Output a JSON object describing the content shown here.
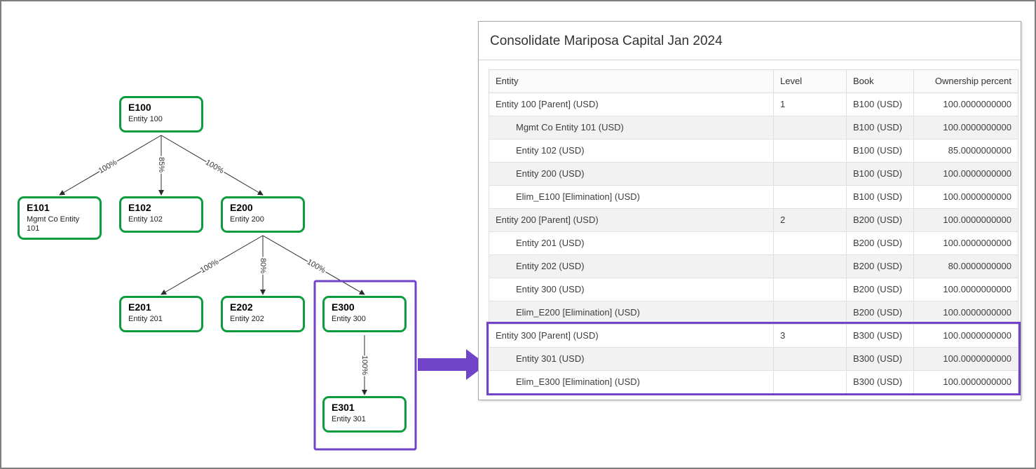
{
  "panel": {
    "title": "Consolidate Mariposa Capital Jan 2024"
  },
  "table": {
    "columns": [
      "Entity",
      "Level",
      "Book",
      "Ownership percent"
    ],
    "rows": [
      {
        "entity": "Entity 100 [Parent] (USD)",
        "level": "1",
        "book": "B100 (USD)",
        "ownership": "100.0000000000",
        "child": false
      },
      {
        "entity": "Mgmt Co Entity 101 (USD)",
        "level": "",
        "book": "B100 (USD)",
        "ownership": "100.0000000000",
        "child": true
      },
      {
        "entity": "Entity 102 (USD)",
        "level": "",
        "book": "B100 (USD)",
        "ownership": "85.0000000000",
        "child": true
      },
      {
        "entity": "Entity 200 (USD)",
        "level": "",
        "book": "B100 (USD)",
        "ownership": "100.0000000000",
        "child": true
      },
      {
        "entity": "Elim_E100 [Elimination] (USD)",
        "level": "",
        "book": "B100 (USD)",
        "ownership": "100.0000000000",
        "child": true
      },
      {
        "entity": "Entity 200 [Parent] (USD)",
        "level": "2",
        "book": "B200 (USD)",
        "ownership": "100.0000000000",
        "child": false
      },
      {
        "entity": "Entity 201 (USD)",
        "level": "",
        "book": "B200 (USD)",
        "ownership": "100.0000000000",
        "child": true
      },
      {
        "entity": "Entity 202 (USD)",
        "level": "",
        "book": "B200 (USD)",
        "ownership": "80.0000000000",
        "child": true
      },
      {
        "entity": "Entity 300 (USD)",
        "level": "",
        "book": "B200 (USD)",
        "ownership": "100.0000000000",
        "child": true
      },
      {
        "entity": "Elim_E200 [Elimination] (USD)",
        "level": "",
        "book": "B200 (USD)",
        "ownership": "100.0000000000",
        "child": true
      },
      {
        "entity": "Entity 300 [Parent] (USD)",
        "level": "3",
        "book": "B300 (USD)",
        "ownership": "100.0000000000",
        "child": false
      },
      {
        "entity": "Entity 301 (USD)",
        "level": "",
        "book": "B300 (USD)",
        "ownership": "100.0000000000",
        "child": true
      },
      {
        "entity": "Elim_E300 [Elimination] (USD)",
        "level": "",
        "book": "B300 (USD)",
        "ownership": "100.0000000000",
        "child": true
      }
    ]
  },
  "diagram": {
    "nodes": [
      {
        "id": "E100",
        "label": "Entity 100"
      },
      {
        "id": "E101",
        "label": "Mgmt Co Entity 101"
      },
      {
        "id": "E102",
        "label": "Entity 102"
      },
      {
        "id": "E200",
        "label": "Entity 200"
      },
      {
        "id": "E201",
        "label": "Entity 201"
      },
      {
        "id": "E202",
        "label": "Entity 202"
      },
      {
        "id": "E300",
        "label": "Entity 300"
      },
      {
        "id": "E301",
        "label": "Entity 301"
      }
    ],
    "edge_labels": [
      "100%",
      "85%",
      "100%",
      "100%",
      "80%",
      "100%",
      "100%"
    ],
    "colors": {
      "node_border": "#0d9c3d",
      "highlight_purple": "#7143c8"
    }
  }
}
